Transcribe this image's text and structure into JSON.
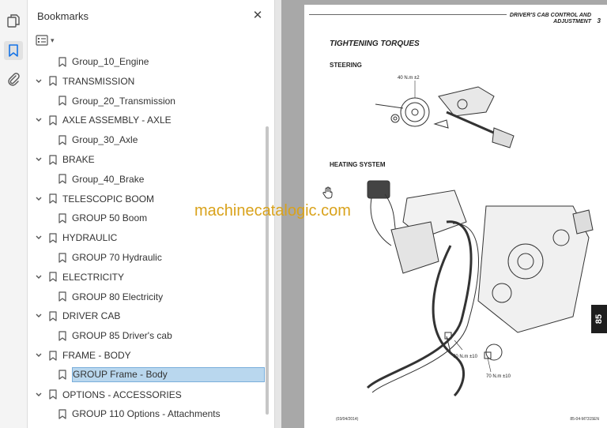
{
  "panel": {
    "title": "Bookmarks",
    "close_glyph": "✕",
    "options_caret": "▾"
  },
  "bookmarks": [
    {
      "label": "Group_10_Engine",
      "level": 2,
      "expanded": null,
      "selected": false
    },
    {
      "label": "TRANSMISSION",
      "level": 1,
      "expanded": true,
      "selected": false
    },
    {
      "label": "Group_20_Transmission",
      "level": 2,
      "expanded": null,
      "selected": false
    },
    {
      "label": "AXLE ASSEMBLY - AXLE",
      "level": 1,
      "expanded": true,
      "selected": false
    },
    {
      "label": "Group_30_Axle",
      "level": 2,
      "expanded": null,
      "selected": false
    },
    {
      "label": "BRAKE",
      "level": 1,
      "expanded": true,
      "selected": false
    },
    {
      "label": "Group_40_Brake",
      "level": 2,
      "expanded": null,
      "selected": false
    },
    {
      "label": "TELESCOPIC BOOM",
      "level": 1,
      "expanded": true,
      "selected": false
    },
    {
      "label": "GROUP 50 Boom",
      "level": 2,
      "expanded": null,
      "selected": false
    },
    {
      "label": "HYDRAULIC",
      "level": 1,
      "expanded": true,
      "selected": false
    },
    {
      "label": "GROUP 70 Hydraulic",
      "level": 2,
      "expanded": null,
      "selected": false
    },
    {
      "label": "ELECTRICITY",
      "level": 1,
      "expanded": true,
      "selected": false
    },
    {
      "label": "GROUP 80 Electricity",
      "level": 2,
      "expanded": null,
      "selected": false
    },
    {
      "label": "DRIVER CAB",
      "level": 1,
      "expanded": true,
      "selected": false
    },
    {
      "label": "GROUP 85 Driver's cab",
      "level": 2,
      "expanded": null,
      "selected": false
    },
    {
      "label": "FRAME - BODY",
      "level": 1,
      "expanded": true,
      "selected": false
    },
    {
      "label": "GROUP Frame - Body",
      "level": 2,
      "expanded": null,
      "selected": true
    },
    {
      "label": "OPTIONS - ACCESSORIES",
      "level": 1,
      "expanded": true,
      "selected": false
    },
    {
      "label": "GROUP 110 Options - Attachments",
      "level": 2,
      "expanded": null,
      "selected": false
    }
  ],
  "document": {
    "header_line1": "DRIVER'S CAB CONTROL AND",
    "header_line2": "ADJUSTMENT",
    "page_number": "3",
    "title": "TIGHTENING TORQUES",
    "section_steering": "STEERING",
    "section_heating": "HEATING SYSTEM",
    "torque_steering": "40 N.m ±2",
    "torque_heat_1": "70 N.m ±10",
    "torque_heat_2": "70 N.m ±10",
    "tab_label": "85",
    "footer_left": "(03/04/2014)",
    "footer_right": "85-04-M7315EN"
  },
  "watermark": "machinecatalogic.com",
  "colors": {
    "selection_bg": "#b9d7ee",
    "watermark": "#d9a21b",
    "viewer_bg": "#a8a8a8"
  }
}
